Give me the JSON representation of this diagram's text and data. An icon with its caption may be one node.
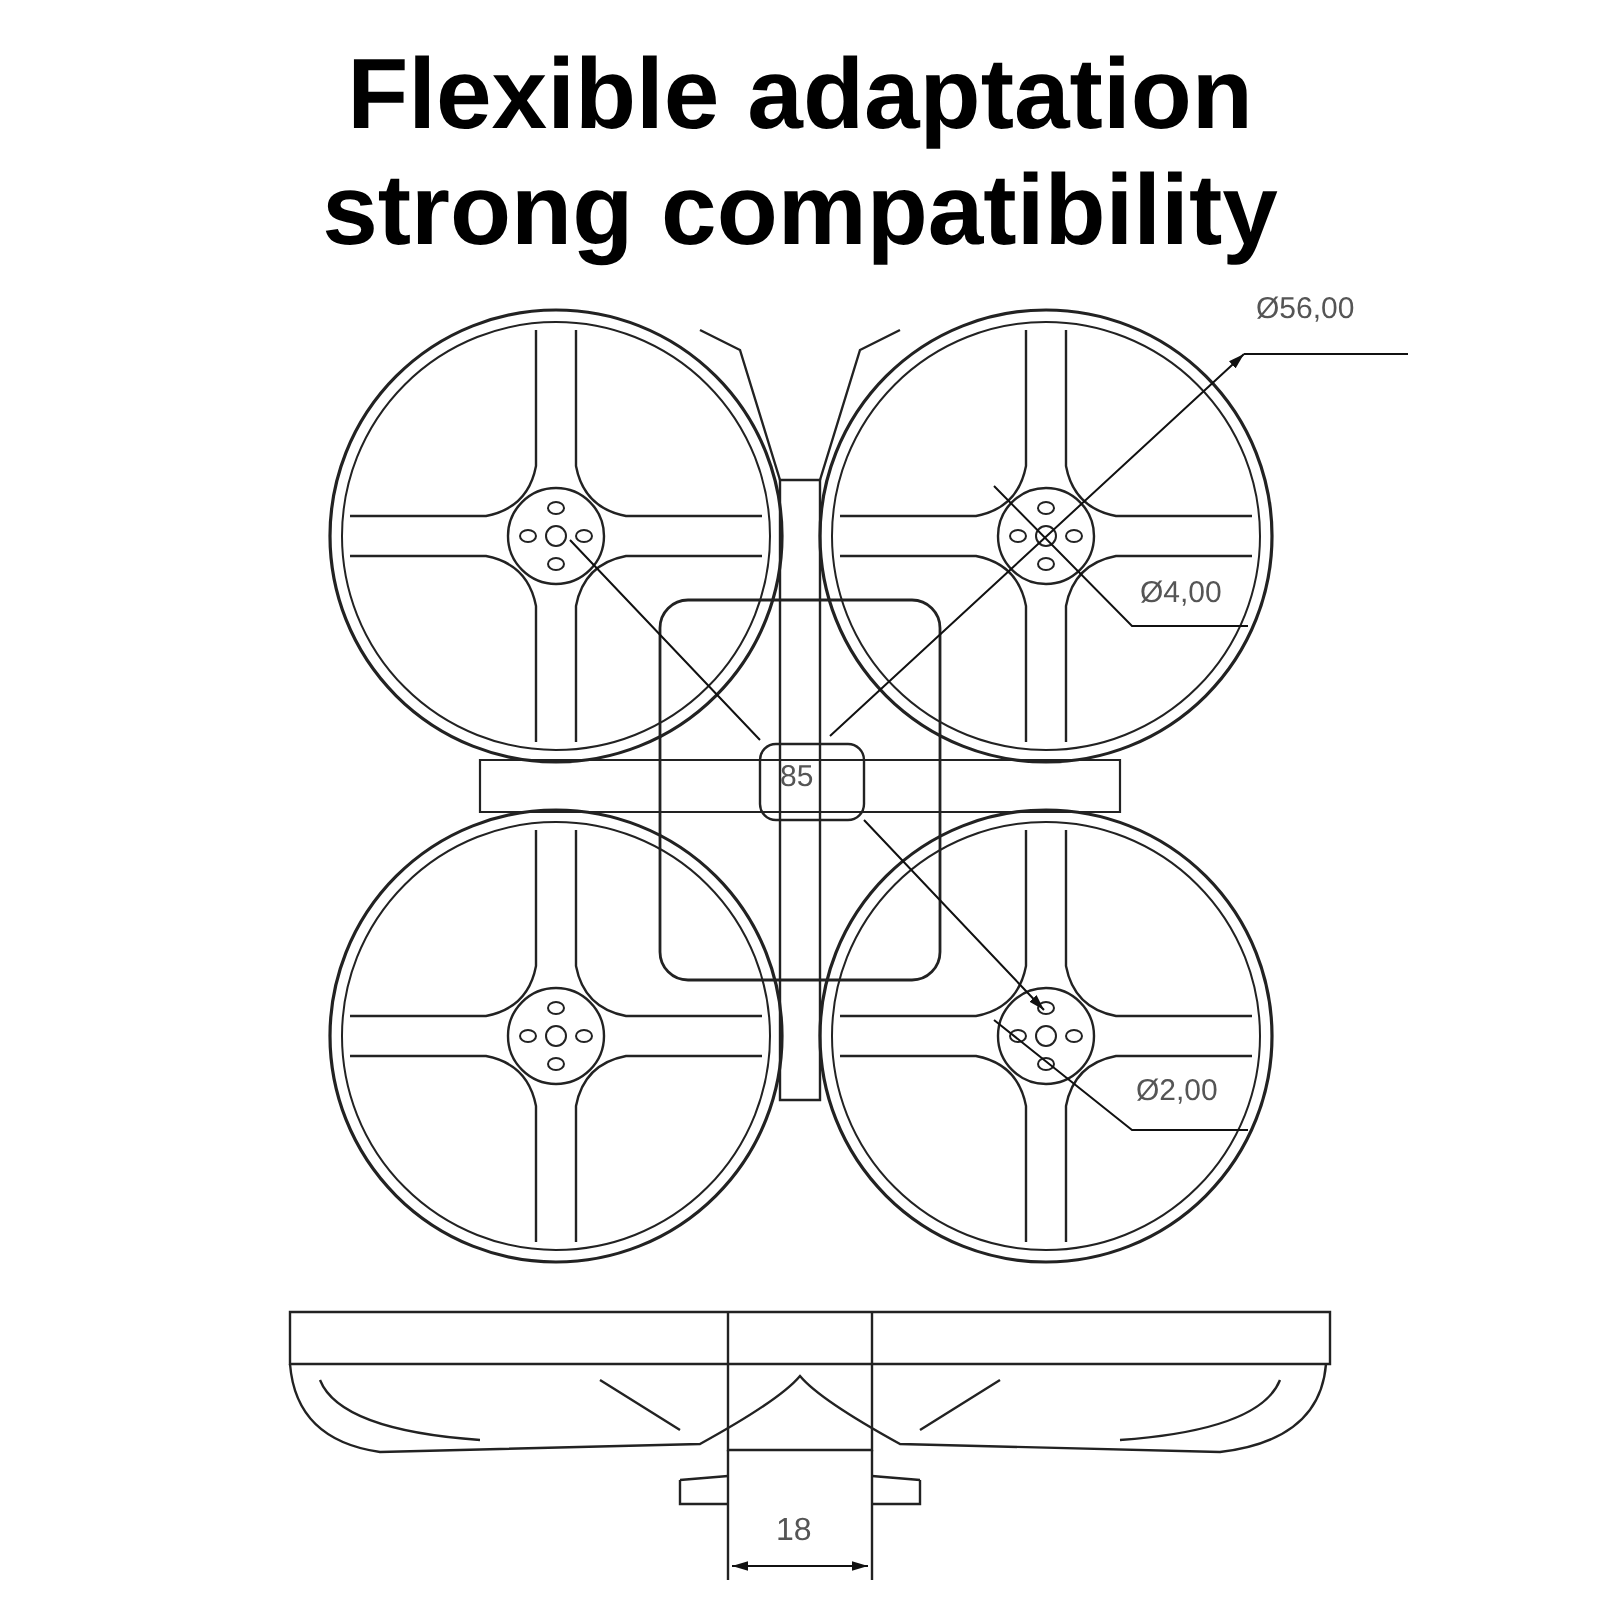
{
  "diagram": {
    "title": "Flexible adaptation strong compatibility",
    "labels": [
      "Ø56,00",
      "Ø4,00",
      "85",
      "Ø2,00",
      "18"
    ]
  }
}
